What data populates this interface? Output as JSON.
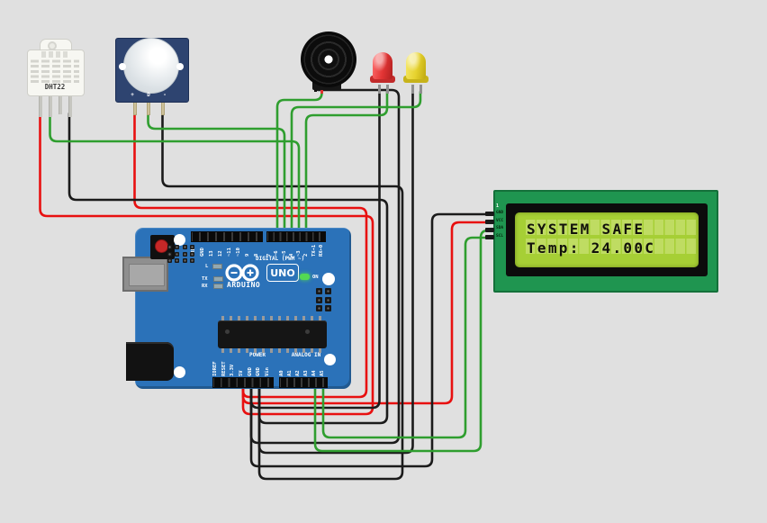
{
  "canvas": {
    "background": "#e0e0e0"
  },
  "wire_colors": {
    "power": "#e81010",
    "ground": "#1b1b1b",
    "signal": "#2f9e2f"
  },
  "dht22": {
    "label": "DHT22"
  },
  "pir": {
    "pin_labels": [
      "+",
      "D",
      "-"
    ]
  },
  "led_red": {
    "color": "#e23434"
  },
  "led_yellow": {
    "color": "#e6d22e"
  },
  "arduino": {
    "logo_text": "ARDUINO",
    "model": "UNO",
    "on_label": "ON",
    "l_label": "L",
    "tx_label": "TX",
    "rx_label": "RX",
    "digital_header_label": "DIGITAL (PWM ~)",
    "digital_pins_left": [
      "AREF",
      "GND",
      "13",
      "12",
      "~11",
      "~10",
      "9",
      "8"
    ],
    "digital_pins_right": [
      "7",
      "~6",
      "~5",
      "4",
      "~3",
      "2",
      "TX→1",
      "RX←0"
    ],
    "power_label": "POWER",
    "analog_label": "ANALOG IN",
    "power_pins": [
      "IOREF",
      "RESET",
      "3.3V",
      "5V",
      "GND",
      "GND",
      "Vin"
    ],
    "analog_pins": [
      "A0",
      "A1",
      "A2",
      "A3",
      "A4",
      "A5"
    ],
    "board_color": "#2b72b9"
  },
  "lcd": {
    "line1": "SYSTEM SAFE",
    "line2": "Temp: 24.00C",
    "pins": [
      "GND",
      "VCC",
      "SDA",
      "SCL"
    ],
    "pin_one_marker": "1",
    "screen_color": "#a6cf35",
    "pcb_color": "#1f9550"
  }
}
